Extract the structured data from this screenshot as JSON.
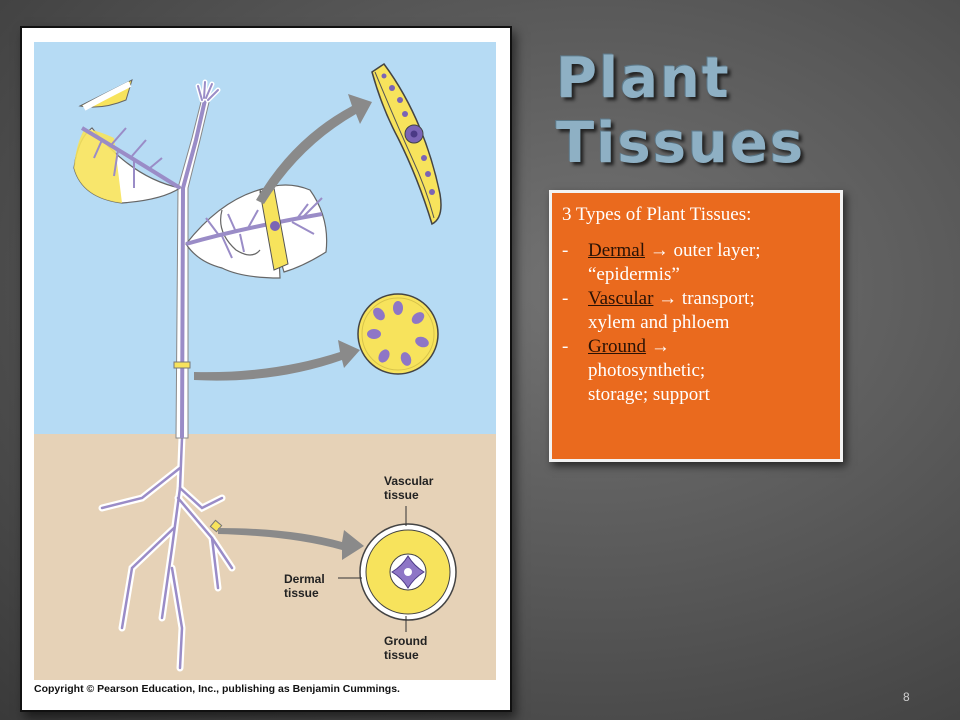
{
  "slide": {
    "title": "Plant Tissues",
    "slide_number": "8"
  },
  "info_box": {
    "heading": "3 Types of Plant Tissues:",
    "items": [
      {
        "dash": "-",
        "term": "Dermal",
        "arrow": " → ",
        "line1": "outer layer;",
        "line2": "“epidermis”"
      },
      {
        "dash": "-",
        "term": "Vascular",
        "arrow": " → ",
        "line1": "transport;",
        "line2": "xylem and phloem"
      },
      {
        "dash": "-",
        "term": "Ground",
        "arrow": " →",
        "line1": "",
        "line2": "photosynthetic;",
        "line3": "storage; support"
      }
    ]
  },
  "figure": {
    "labels": {
      "vascular": [
        "Vascular",
        "tissue"
      ],
      "dermal": [
        "Dermal",
        "tissue"
      ],
      "ground": [
        "Ground",
        "tissue"
      ]
    },
    "copyright": "Copyright © Pearson Education, Inc., publishing as Benjamin Cummings."
  },
  "colors": {
    "sky": "#b6dbf4",
    "soil": "#e6d2b7",
    "stem": "#9a8cc7",
    "tissue_yellow": "#f7e35c",
    "box_orange": "#ea6a1e",
    "title_blue": "#8eb0c4"
  }
}
